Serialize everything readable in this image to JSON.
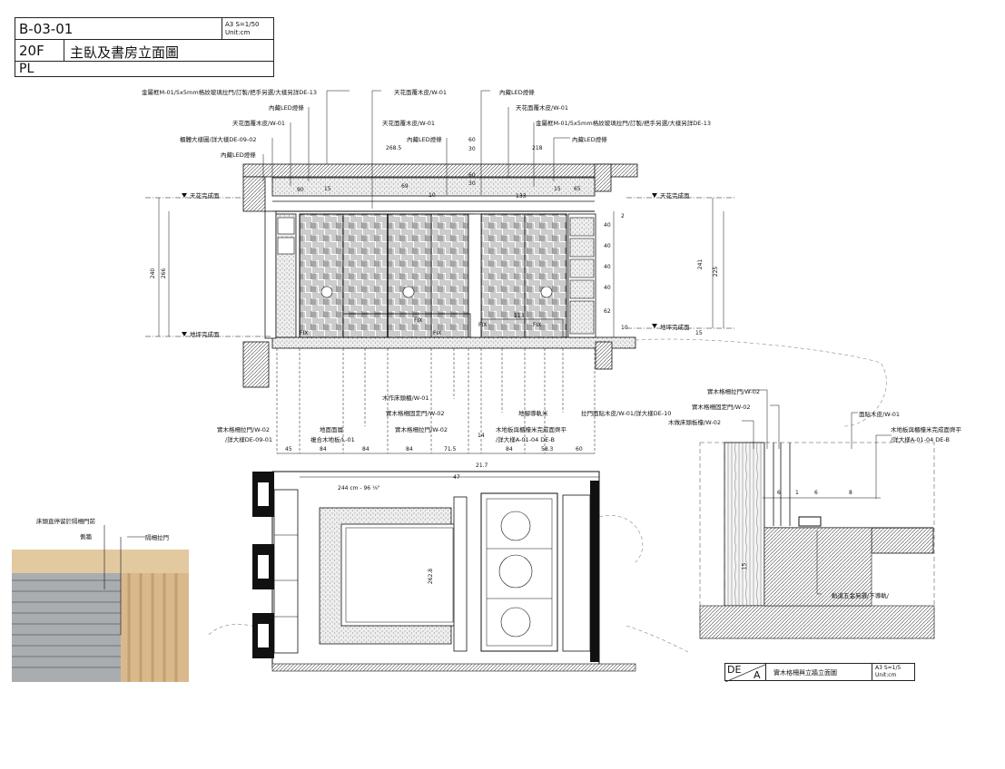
{
  "title_block": {
    "code": "B-03-01",
    "scale": "A3 S=1/50",
    "unit": "Unit:cm",
    "floor": "20F",
    "sheet_title": "主臥及書房立面圖",
    "sub": "PL"
  },
  "elevation_labels": [
    "金屬框M-01/5x5mm格紋玻璃拉門/訂製/把手另選/大樣另詳DE-13",
    "內藏LED燈條",
    "天花面覆木皮/W-01",
    "櫃體大樣圖/詳大樣DE-09-02",
    "內藏LED燈條",
    "天花面覆木皮/W-01",
    "天花面覆木皮/W-01",
    "內藏LED燈條",
    "內藏LED燈條",
    "天花面覆木皮/W-01",
    "金屬框M-01/5x5mm格紋玻璃拉門/訂製/把手另選/大樣另詳DE-13",
    "內藏LED燈條"
  ],
  "bottom_labels": [
    "木作床頭櫃/W-01",
    "實木格柵固定門/W-02",
    "實木格柵拉門/W-02",
    "/詳大樣DE-09-01",
    "地面面層",
    "複合木地板/L-01",
    "實木格柵拉門/W-02",
    "地腳導軌米",
    "拉門面貼木皮/W-01/詳大樣DE-10",
    "木地板與櫃檯米完成面齊平",
    "/詳大樣A-01-04 DE-B"
  ],
  "levels": {
    "ceiling": "天花完成面",
    "floor": "地坪完成面"
  },
  "dims_top": [
    "268.5",
    "60",
    "30",
    "218",
    "60",
    "30",
    "90",
    "15",
    "69",
    "10",
    "15",
    "65",
    "133",
    "113"
  ],
  "dims_side": [
    "240",
    "266",
    "241",
    "225",
    "2",
    "40",
    "40",
    "40",
    "40",
    "62",
    "10",
    "15"
  ],
  "dims_bottom": [
    "45",
    "84",
    "84",
    "84",
    "71.5",
    "14",
    "84",
    "58.3",
    "60",
    "47",
    "21.7"
  ],
  "plan": {
    "bed_dim": "244 cm - 96 ⅛\"",
    "bed_len": "262.8"
  },
  "tags": [
    "FIX",
    "FIX",
    "FIX",
    "FIX",
    "FIX"
  ],
  "detail": {
    "labels": [
      "實木格柵拉門/W-02",
      "實木格柵固定門/W-02",
      "木做床頭板檯/W-02",
      "面貼木皮/W-01",
      "木地板與櫃檯米完成面齊平",
      "/詳大樣A-01-04 DE-B",
      "軌道五金另選/下導軌/"
    ],
    "dims": [
      "6",
      "1",
      "6",
      "8",
      "15"
    ],
    "tb_code": "DE",
    "tb_letter": "A",
    "tb_title": "實木格柵與立牆立面圖",
    "tb_scale": "A3 S=1/5",
    "tb_unit": "Unit:cm"
  },
  "photo_labels": [
    "床頭直停留於隔柵門前",
    "側牆",
    "隔柵拉門"
  ],
  "colors": {
    "line": "#111111",
    "hatch": "#555555",
    "wood": "#d9b98c"
  }
}
